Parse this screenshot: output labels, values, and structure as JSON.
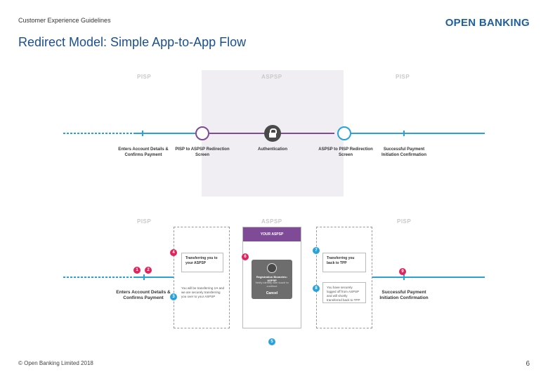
{
  "header": {
    "guidelines": "Customer Experience Guidelines",
    "logo": "OPEN BANKING"
  },
  "title": "Redirect Model: Simple App-to-App Flow",
  "footer": {
    "copyright": "© Open Banking Limited 2018",
    "page_number": "6"
  },
  "top_diagram": {
    "lanes": {
      "left": "PISP",
      "center": "ASPSP",
      "right": "PISP"
    },
    "steps": [
      "Enters Account Details & Confirms Payment",
      "PISP to ASPSP Redirection Screen",
      "Authentication",
      "ASPSP to PISP Redirection Screen",
      "Successful Payment Initiation Confirmation"
    ]
  },
  "bottom_diagram": {
    "lanes": {
      "left": "PISP",
      "center": "ASPSP",
      "right": "PISP"
    },
    "left_step": "Enters Account Details & Confirms Payment",
    "right_step": "Successful Payment Initiation Confirmation",
    "phone_left": {
      "message": "Transferring you to your ASPSP",
      "note": "You will be transferring 1•• and we are securely transferring you over to your ASPSP"
    },
    "phone_center": {
      "header": "YOUR ASPSP",
      "modal_title": "Registration Biometric: ASPSP",
      "modal_sub": "Verify identity with touch to continue",
      "modal_button": "Cancel"
    },
    "phone_right": {
      "message": "Transferring you back to TPP",
      "note": "You have securely logged off from ASPSP and will shortly transferred back to TPP"
    },
    "badges": [
      "1",
      "2",
      "3",
      "4",
      "5",
      "6",
      "7",
      "8",
      "9"
    ]
  },
  "colors": {
    "accent_blue": "#2aa2d9",
    "accent_purple": "#7f4a96",
    "badge_pink": "#e0245e",
    "title_blue": "#1a4f8f"
  }
}
